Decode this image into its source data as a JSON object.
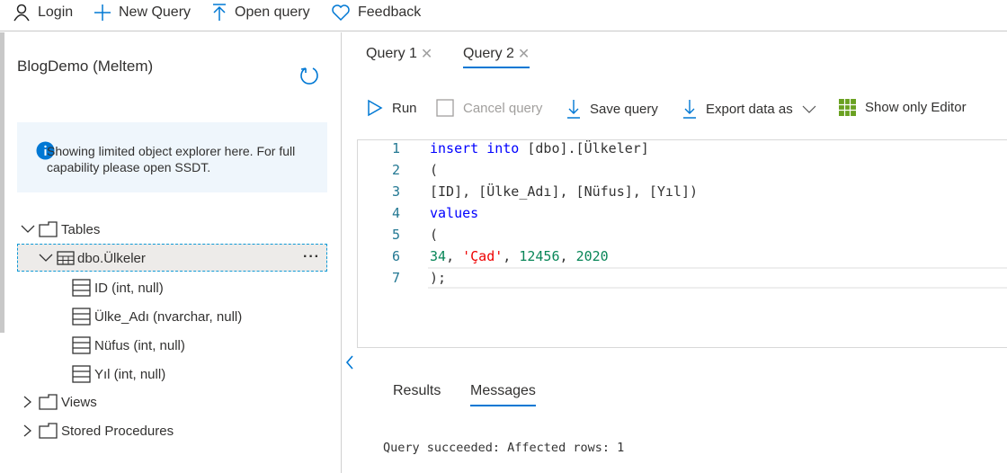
{
  "topbar": {
    "login": "Login",
    "new_query": "New Query",
    "open_query": "Open query",
    "feedback": "Feedback"
  },
  "explorer": {
    "title": "BlogDemo (Meltem)",
    "info": "Showing limited object explorer here. For full capability please open SSDT.",
    "tables": "Tables",
    "table": "dbo.Ülkeler",
    "more": "···",
    "columns": [
      "ID (int, null)",
      "Ülke_Adı (nvarchar, null)",
      "Nüfus (int, null)",
      "Yıl (int, null)"
    ],
    "views": "Views",
    "procs": "Stored Procedures"
  },
  "tabs": [
    {
      "label": "Query 1",
      "active": false
    },
    {
      "label": "Query 2",
      "active": true
    }
  ],
  "toolbar": {
    "run": "Run",
    "cancel": "Cancel query",
    "save": "Save query",
    "export": "Export data as",
    "editor_only": "Show only Editor"
  },
  "editor": {
    "line_numbers": [
      "1",
      "2",
      "3",
      "4",
      "5",
      "6",
      "7"
    ],
    "l1a": "insert",
    "l1b": "into",
    "l1c": " [dbo].[Ülkeler]",
    "l2": "(",
    "l3": "[ID], [Ülke_Adı], [Nüfus], [Yıl])",
    "l4": "values",
    "l5": "(",
    "l6a": "34",
    "l6b": ", ",
    "l6c": "'Çad'",
    "l6d": ", ",
    "l6e": "12456",
    "l6f": ", ",
    "l6g": "2020",
    "l7": ");"
  },
  "results": {
    "tabs": [
      "Results",
      "Messages"
    ],
    "active": "Messages",
    "message": "Query succeeded: Affected rows: 1"
  },
  "colors": {
    "accent": "#0078d4",
    "keyword": "#0000ff",
    "number": "#098658",
    "string": "#e00000"
  }
}
